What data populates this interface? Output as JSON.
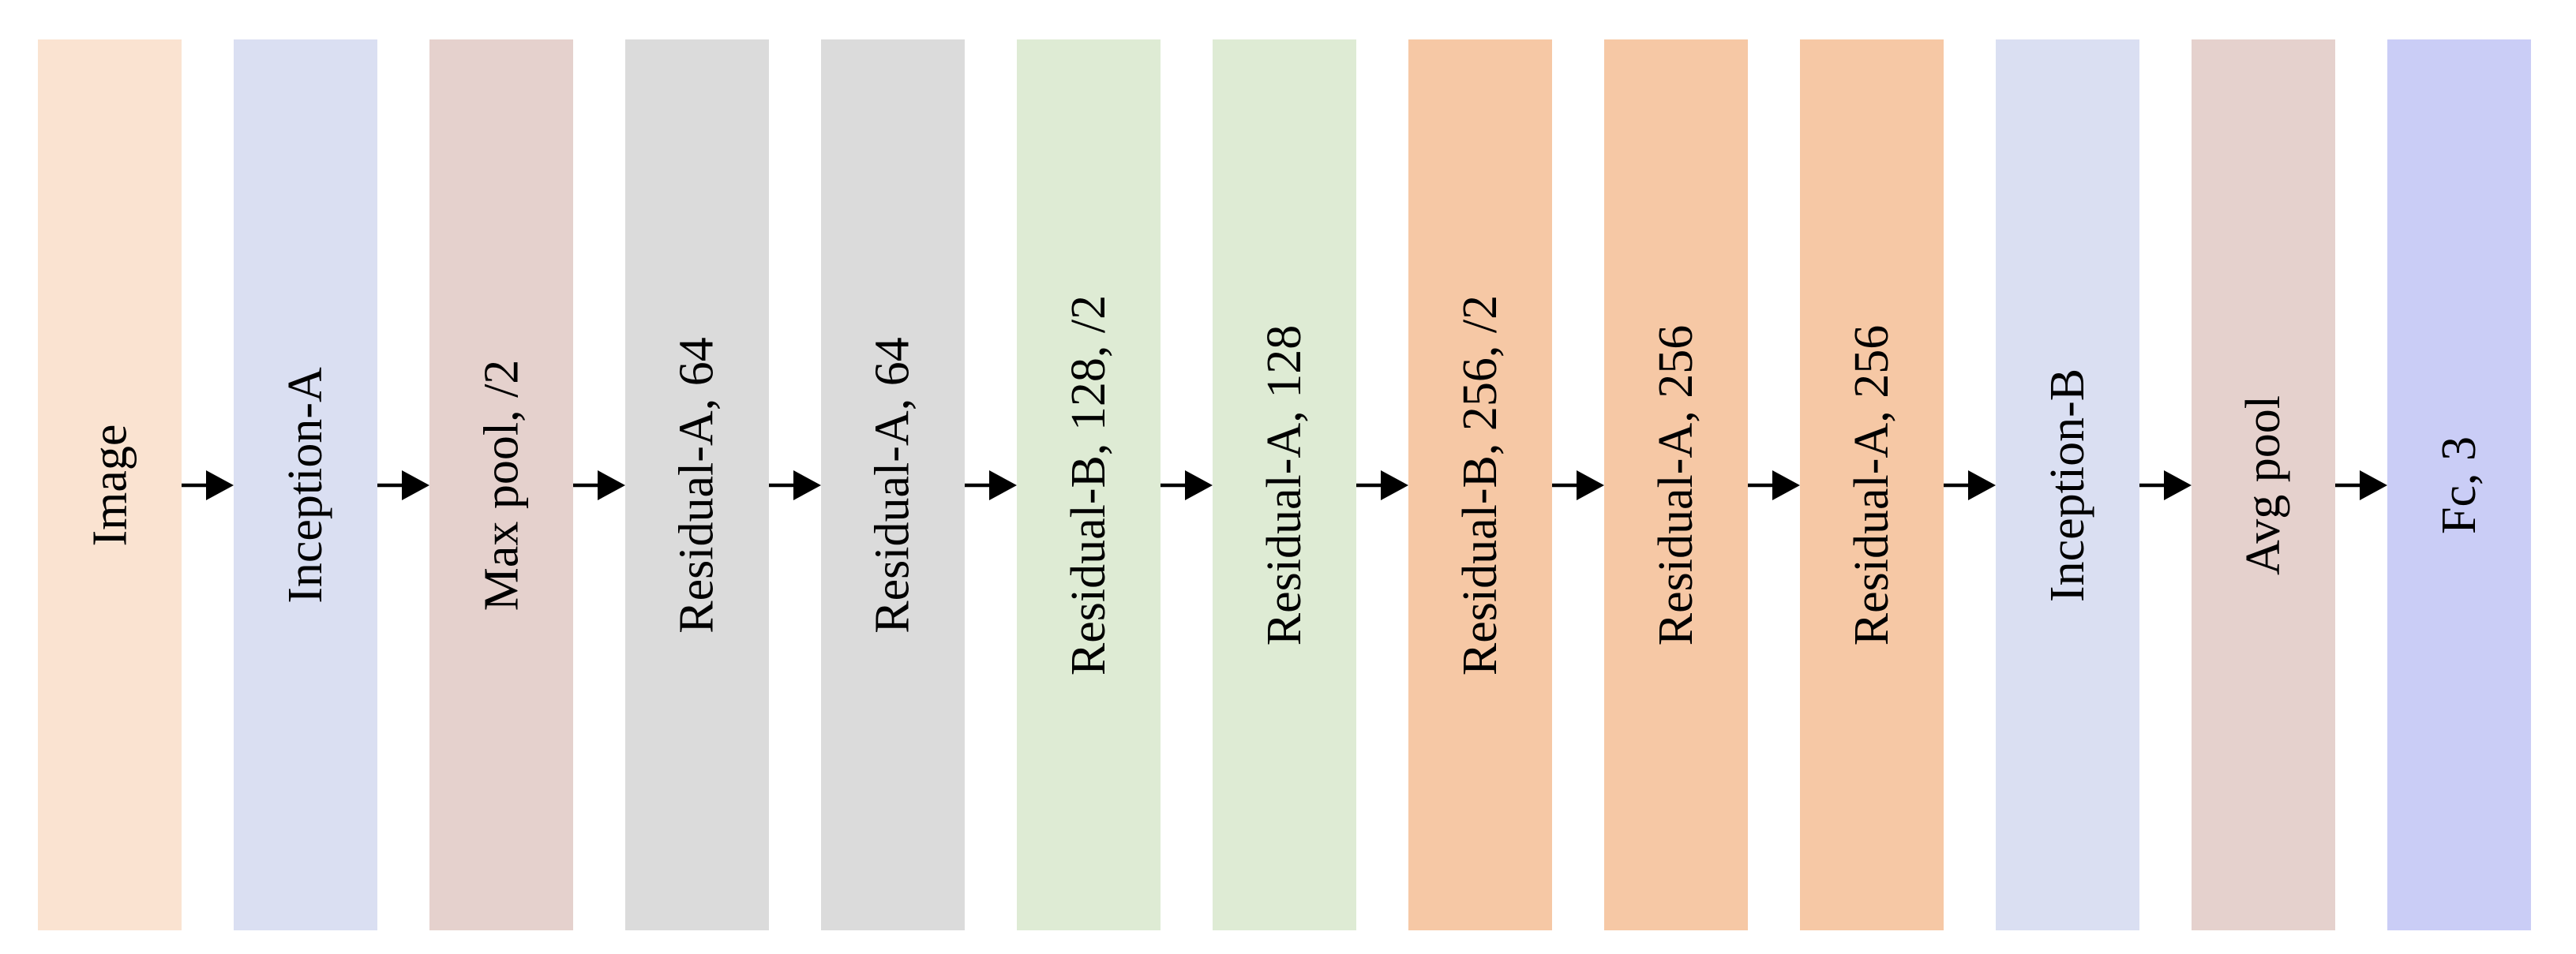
{
  "diagram": {
    "description": "Neural network architecture flow diagram",
    "background_color": "#ffffff",
    "text_color": "#000000",
    "arrow_color": "#000000",
    "blocks": [
      {
        "label": "Image",
        "color": "#fae3d1"
      },
      {
        "label": "Inception-A",
        "color": "#dadff2"
      },
      {
        "label": "Max pool, /2",
        "color": "#e5d1cd"
      },
      {
        "label": "Residual-A, 64",
        "color": "#dbdbdb"
      },
      {
        "label": "Residual-A, 64",
        "color": "#dbdbdb"
      },
      {
        "label": "Residual-B, 128, /2",
        "color": "#deebd4"
      },
      {
        "label": "Residual-A, 128",
        "color": "#deebd4"
      },
      {
        "label": "Residual-B, 256, /2",
        "color": "#f6c8a5"
      },
      {
        "label": "Residual-A, 256",
        "color": "#f6c8a5"
      },
      {
        "label": "Residual-A, 256",
        "color": "#f6c8a5"
      },
      {
        "label": "Inception-B",
        "color": "#dadff2"
      },
      {
        "label": "Avg pool",
        "color": "#e5d1cd"
      },
      {
        "label": "Fc, 3",
        "color": "#cacdf6"
      }
    ]
  }
}
